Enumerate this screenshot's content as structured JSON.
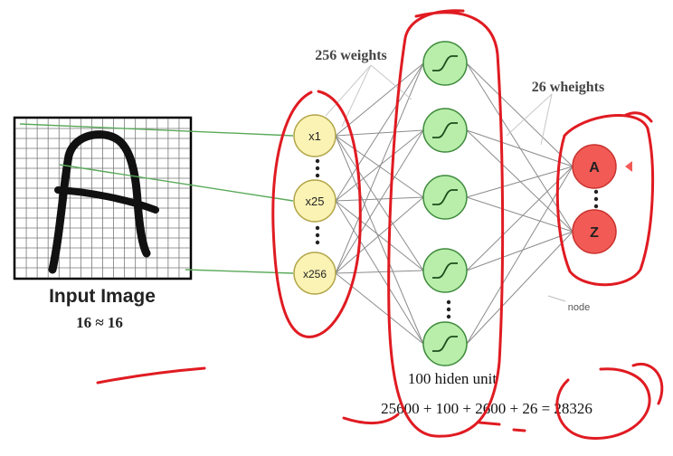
{
  "colors": {
    "annotation_red": "#e01b22",
    "input_fill": "#fbf3b4",
    "input_stroke": "#b3a64a",
    "hidden_fill": "#b8eeaa",
    "hidden_stroke": "#3e8a3b",
    "output_fill": "#f25a55",
    "output_stroke": "#c9332e",
    "connection": "#8c8c8c",
    "pointer": "#5aaa5a"
  },
  "input_image": {
    "label": "Input Image",
    "size": "16 ≈ 16",
    "glyph": "A"
  },
  "input_layer": {
    "nodes": [
      "x1",
      "x25",
      "x256"
    ]
  },
  "hidden_layer": {
    "node_icon": "sigmoid-icon"
  },
  "output_layer": {
    "nodes": [
      "A",
      "Z"
    ]
  },
  "labels": {
    "input_weights": "256 weights",
    "output_weights": "26 wheights",
    "node": "node",
    "hidden_units": "100 hiden unit",
    "parameter_total": "25600 + 100 + 2600 + 26 = 28326"
  }
}
